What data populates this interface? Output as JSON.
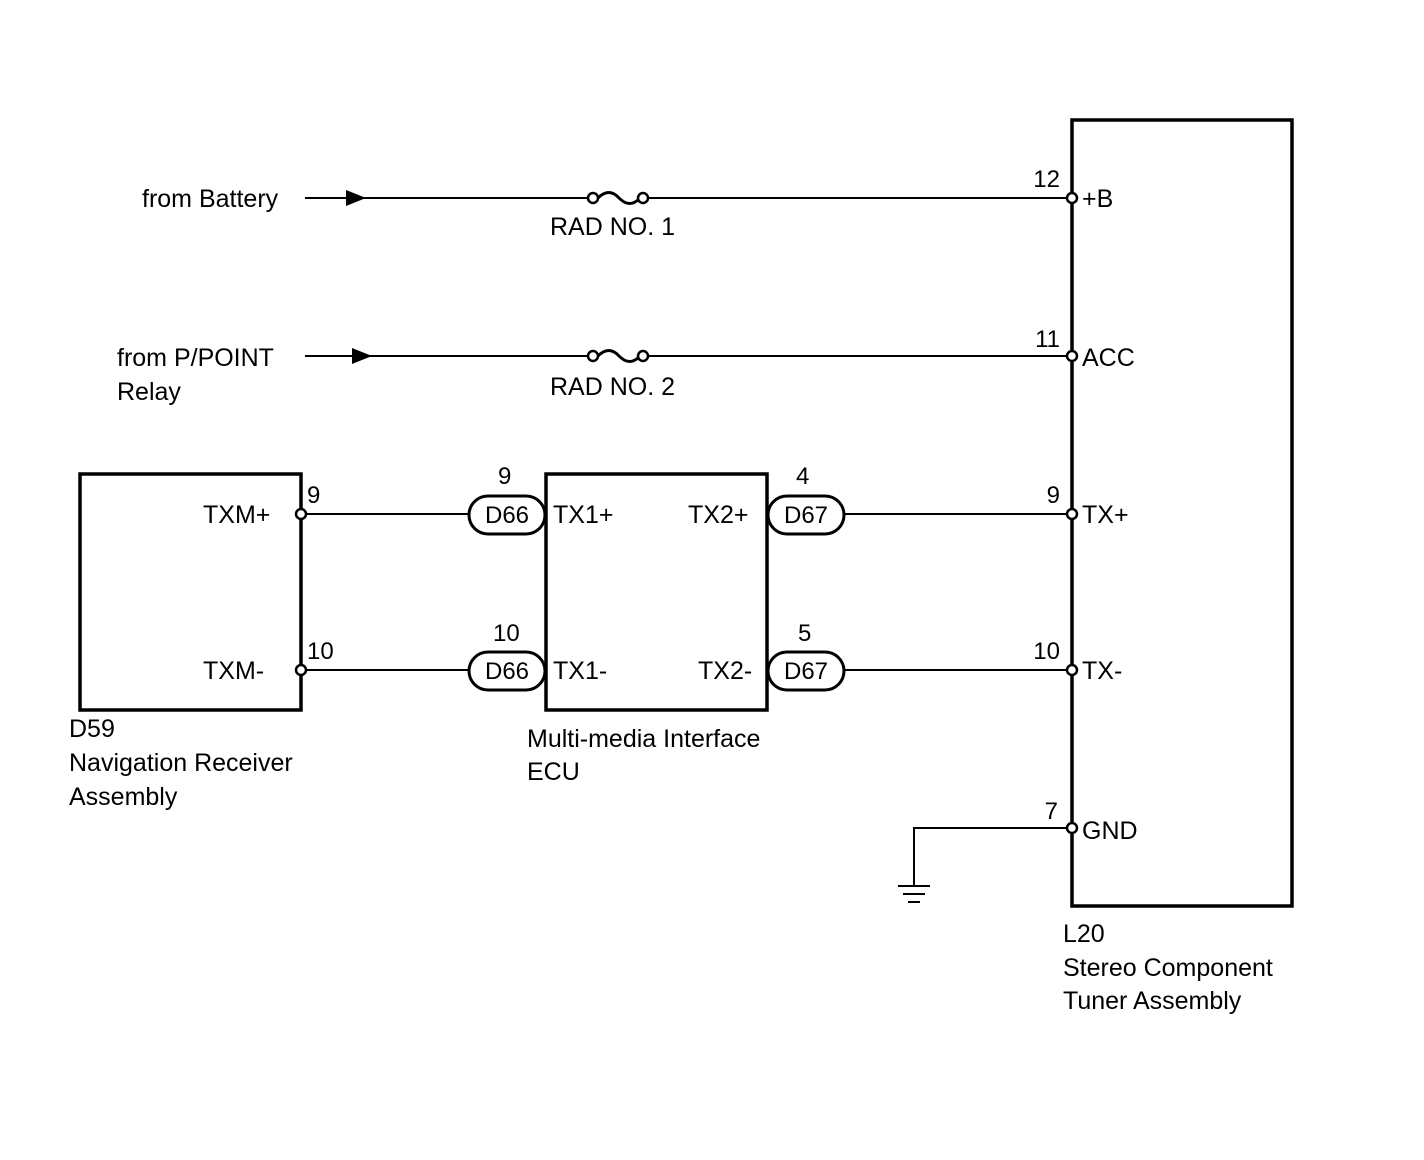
{
  "sources": {
    "battery": "from Battery",
    "ppoint_line1": "from P/POINT",
    "ppoint_line2": "Relay"
  },
  "fuses": {
    "rad1": "RAD NO. 1",
    "rad2": "RAD NO. 2"
  },
  "nav": {
    "code": "D59",
    "name_line1": "Navigation Receiver",
    "name_line2": "Assembly",
    "txm_plus": "TXM+",
    "txm_minus": "TXM-",
    "pin_txm_plus": "9",
    "pin_txm_minus": "10"
  },
  "ecu": {
    "name_line1": "Multi-media Interface",
    "name_line2": "ECU",
    "tx1_plus": "TX1+",
    "tx1_minus": "TX1-",
    "tx2_plus": "TX2+",
    "tx2_minus": "TX2-",
    "pin_tx1_plus": "9",
    "pin_tx1_minus": "10",
    "pin_tx2_plus": "4",
    "pin_tx2_minus": "5",
    "conn_left": "D66",
    "conn_right": "D67"
  },
  "tuner": {
    "code": "L20",
    "name_line1": "Stereo Component",
    "name_line2": "Tuner Assembly",
    "b_plus": "+B",
    "acc": "ACC",
    "tx_plus": "TX+",
    "tx_minus": "TX-",
    "gnd": "GND",
    "pin_b": "12",
    "pin_acc": "11",
    "pin_tx_plus": "9",
    "pin_tx_minus": "10",
    "pin_gnd": "7"
  }
}
